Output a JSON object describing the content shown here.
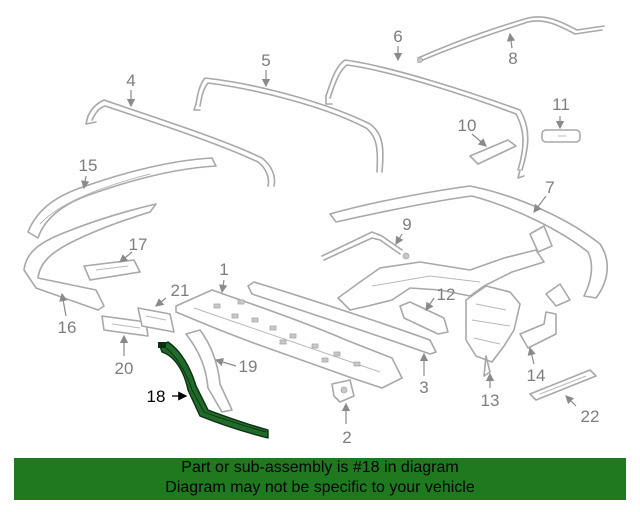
{
  "diagram": {
    "highlight_part": "18",
    "highlight_color": "#1f6b2a",
    "part_color": "#a8a8a8",
    "callouts": {
      "p1": "1",
      "p2": "2",
      "p3": "3",
      "p4": "4",
      "p5": "5",
      "p6": "6",
      "p7": "7",
      "p8": "8",
      "p9": "9",
      "p10": "10",
      "p11": "11",
      "p12": "12",
      "p13": "13",
      "p14": "14",
      "p15": "15",
      "p16": "16",
      "p17": "17",
      "p18": "18",
      "p19": "19",
      "p20": "20",
      "p21": "21",
      "p22": "22"
    }
  },
  "banner": {
    "background": "#1f7a1f",
    "line1": "Part or sub-assembly is #18 in diagram",
    "line2": "Diagram may not be specific to your vehicle"
  }
}
